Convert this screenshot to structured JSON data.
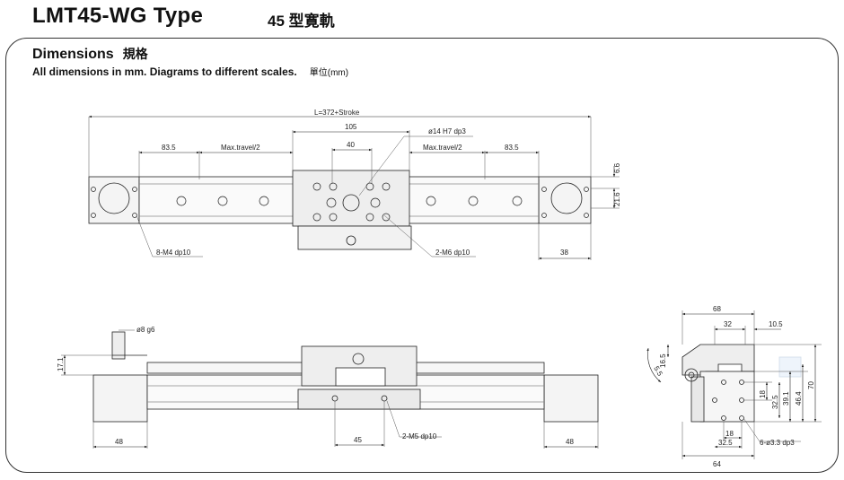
{
  "header": {
    "title": "LMT45-WG Type",
    "subtitle": "45 型寛軌"
  },
  "section": {
    "heading": "Dimensions",
    "heading_zh": "規格",
    "note": "All dimensions in mm. Diagrams to different scales.",
    "unit": "單位(mm)"
  },
  "top_view": {
    "length": "L=372+Stroke",
    "carriage_width": "105",
    "hole_pitch": "40",
    "pin_hole": "ø14 H7 dp3",
    "end_offset_left": "83.5",
    "end_offset_right": "83.5",
    "travel_left": "Max.travel/2",
    "travel_right": "Max.travel/2",
    "side_dim_1": "6.6",
    "side_dim_2": "21.6",
    "end_block": "38",
    "tap_end": "8-M4 dp10",
    "tap_carriage": "2-M6 dp10"
  },
  "side_view": {
    "pin_dia": "ø8 g6",
    "pin_height": "17.1",
    "end_left": "48",
    "end_right": "48",
    "carriage_pitch": "45",
    "tap_bottom": "2-M5 dp10"
  },
  "end_view": {
    "width_total": "68",
    "rail_width": "32",
    "offset": "10.5",
    "chamfer": "5.5",
    "top_dim": "16.5",
    "heights": [
      "18",
      "32.5",
      "39.1",
      "46.4",
      "70"
    ],
    "bottom_inner": "18",
    "bottom_pitch": "32.5",
    "bottom_total": "64",
    "holes": "6-ø3.3 dp3"
  }
}
